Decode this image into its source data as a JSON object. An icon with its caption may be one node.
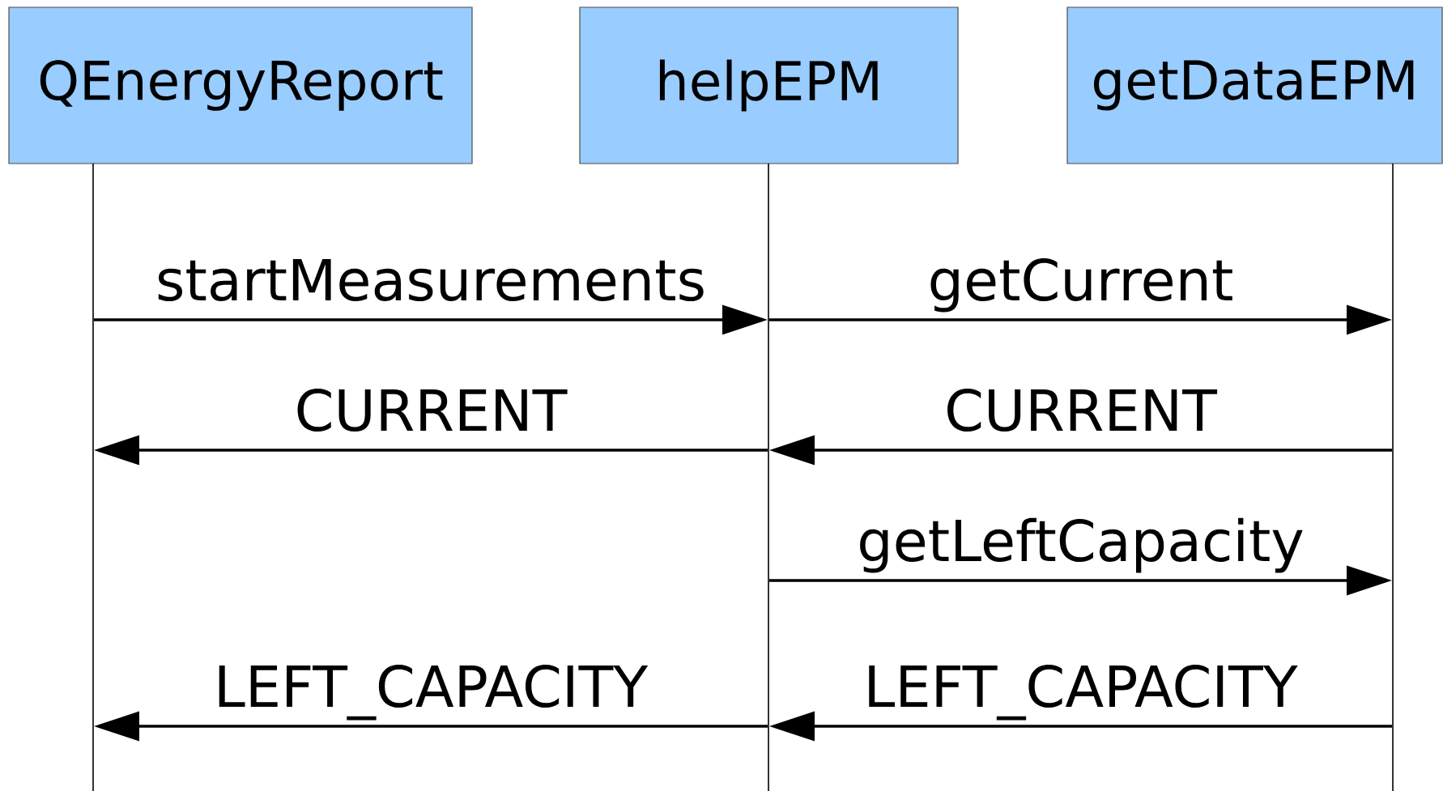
{
  "diagram": {
    "nodes": [
      {
        "text": [
          "QEnergyReport"
        ]
      },
      {
        "text": [
          "helpEPM"
        ]
      },
      {
        "text": [
          "getDataEPM"
        ]
      },
      {
        "text": [],
        "shape": "bar"
      },
      {
        "text": [],
        "shape": "bar"
      },
      {
        "text": [],
        "shape": "bar"
      }
    ],
    "edges": [
      {
        "from": 3,
        "to": 4,
        "arrow": "to",
        "label": "startMeasurements"
      },
      {
        "from": 4,
        "to": 5,
        "arrow": "to",
        "label": "getCurrent"
      },
      {
        "from": 4,
        "to": 3,
        "arrow": "to",
        "label": "CURRENT"
      },
      {
        "from": 5,
        "to": 4,
        "arrow": "to",
        "label": "CURRENT"
      },
      {
        "from": 4,
        "to": 5,
        "arrow": "to",
        "label": "getLeftCapacity"
      },
      {
        "from": 4,
        "to": 3,
        "arrow": "to",
        "label": "LEFT_CAPACITY"
      },
      {
        "from": 5,
        "to": 4,
        "arrow": "to",
        "label": "LEFT_CAPACITY"
      }
    ]
  }
}
